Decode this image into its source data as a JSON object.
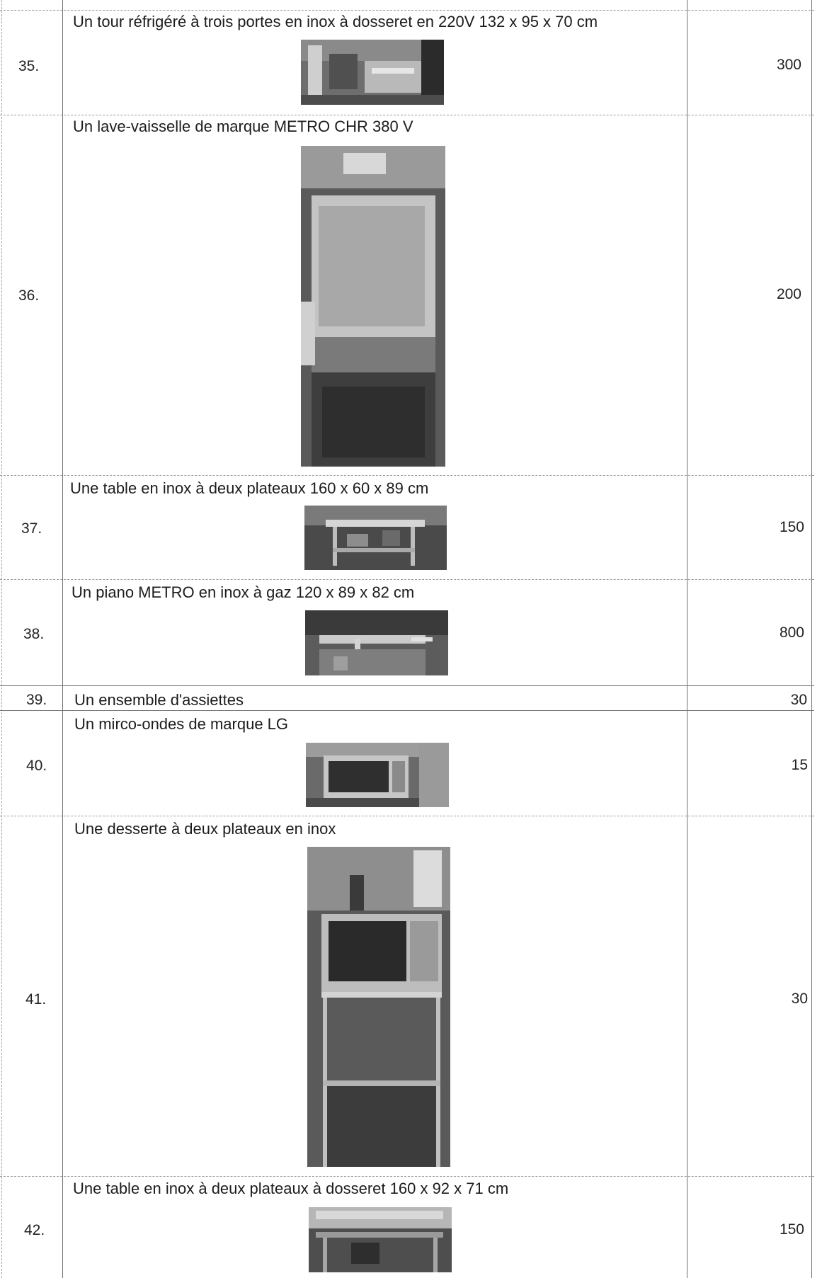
{
  "items": [
    {
      "num": "35.",
      "desc": "Un tour réfrigéré à trois portes en inox à dosseret en 220V 132 x 95 x 70 cm",
      "price": "300",
      "photo": "refrigerated-counter-photo-icon"
    },
    {
      "num": "36.",
      "desc": "Un lave-vaisselle de marque METRO CHR 380 V",
      "price": "200",
      "photo": "dishwasher-photo-icon"
    },
    {
      "num": "37.",
      "desc": "Une table en inox à deux plateaux 160 x 60 x 89 cm",
      "price": "150",
      "photo": "steel-table-photo-icon"
    },
    {
      "num": "38.",
      "desc": "Un piano METRO en inox à gaz 120 x 89 x 82 cm",
      "price": "800",
      "photo": "gas-range-photo-icon"
    },
    {
      "num": "39.",
      "desc": "Un ensemble d'assiettes",
      "price": "30",
      "photo": ""
    },
    {
      "num": "40.",
      "desc": "Un mirco-ondes de marque LG",
      "price": "15",
      "photo": "microwave-photo-icon"
    },
    {
      "num": "41.",
      "desc": "Une desserte à deux plateaux en inox",
      "price": "30",
      "photo": "service-trolley-photo-icon"
    },
    {
      "num": "42.",
      "desc": "Une table en inox à deux plateaux à dosseret 160 x 92 x 71 cm",
      "price": "150",
      "photo": "steel-backsplash-table-photo-icon"
    }
  ]
}
